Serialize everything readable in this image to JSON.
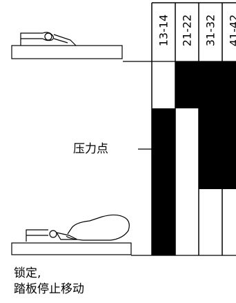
{
  "columns": [
    "13-14",
    "21-22",
    "31-32",
    "41-42"
  ],
  "labels": {
    "pressure_point": "压力点",
    "locked_line1": "锁定,",
    "locked_line2": "踏板停止移动"
  },
  "colors": {
    "fill": "#000000",
    "stroke": "#000000",
    "background": "#ffffff"
  }
}
